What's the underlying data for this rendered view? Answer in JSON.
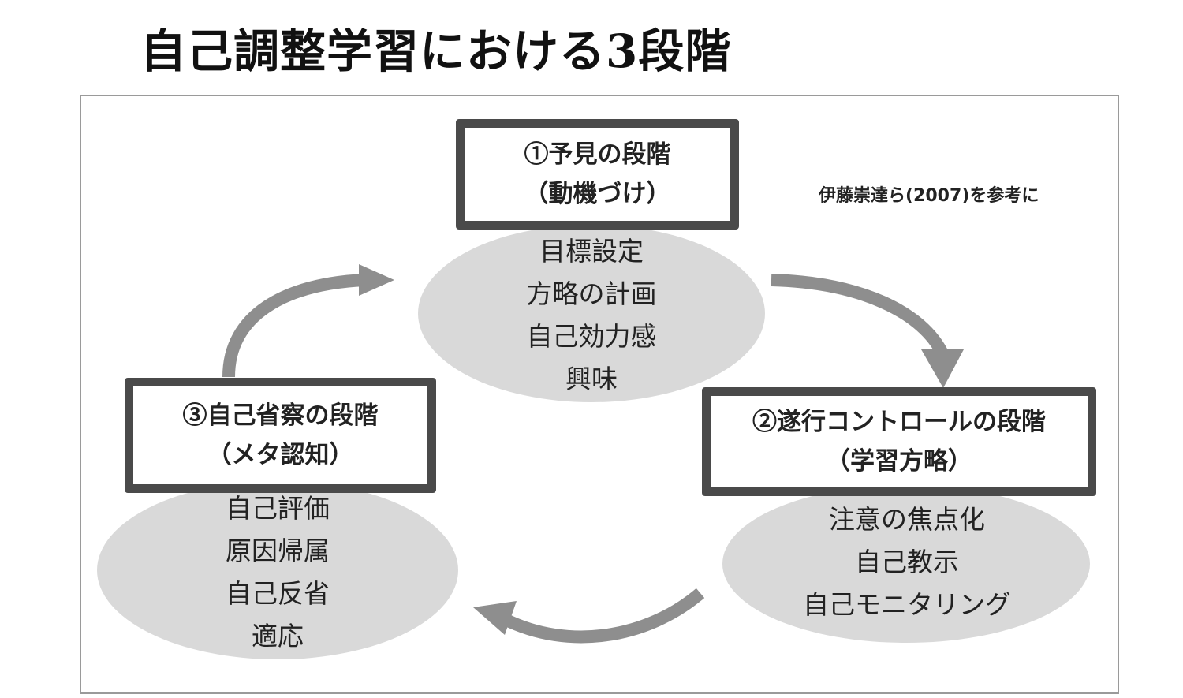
{
  "title": "自己調整学習における3段階",
  "reference": "伊藤崇達ら(2007)を参考に",
  "stages": [
    {
      "name": "①予見の段階",
      "subtitle": "（動機づけ）",
      "items": [
        "目標設定",
        "方略の計画",
        "自己効力感",
        "興味"
      ]
    },
    {
      "name": "②遂行コントロールの段階",
      "subtitle": "（学習方略）",
      "items": [
        "注意の焦点化",
        "自己教示",
        "自己モニタリング"
      ]
    },
    {
      "name": "③自己省察の段階",
      "subtitle": "（メタ認知）",
      "items": [
        "自己評価",
        "原因帰属",
        "自己反省",
        "適応"
      ]
    }
  ],
  "colors": {
    "box_border": "#4a4a4a",
    "ellipse_fill": "#d9d9d9",
    "arrow": "#8e8e8e",
    "frame": "#9a9a9a"
  }
}
